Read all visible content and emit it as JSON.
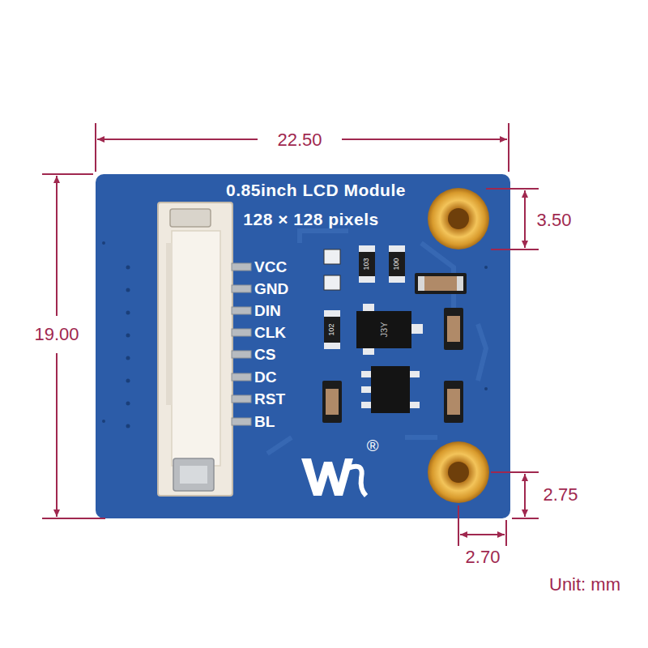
{
  "diagram": {
    "nodes": [
      {
        "text": [
          "0.85inch LCD Module",
          "128 × 128 pixels"
        ]
      }
    ],
    "labels": [
      "22.50",
      "19.00",
      "3.50",
      "VCC",
      "GND",
      "DIN",
      "CLK",
      "CS",
      "DC",
      "RST",
      "BL",
      "103",
      "100",
      "102",
      "J3Y",
      "®",
      "2.75",
      "2.70",
      "Unit: mm"
    ]
  }
}
